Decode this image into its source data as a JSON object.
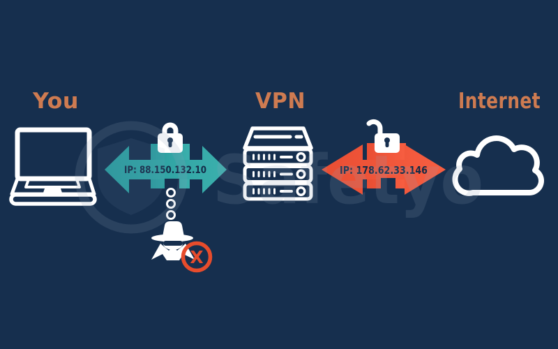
{
  "labels": {
    "left": "You",
    "middle": "VPN",
    "right": "Internet"
  },
  "connections": [
    {
      "from": "You",
      "to": "VPN",
      "ip": "IP: 88.150.132.10",
      "lock_state": "locked",
      "style": "encrypted-teal-arrow"
    },
    {
      "from": "VPN",
      "to": "Internet",
      "ip": "IP: 178.62.33.146",
      "lock_state": "unlocked",
      "style": "public-orange-arrow"
    }
  ],
  "spy": {
    "badge": "X"
  },
  "watermark": {
    "text": "Safetyo"
  },
  "icons": [
    "laptop-icon",
    "server-icon",
    "cloud-icon",
    "lock-closed-icon",
    "lock-open-icon",
    "spy-icon",
    "blocked-x-badge",
    "dotted-trace"
  ],
  "colors": {
    "background": "#162F4E",
    "teal_arrow": "#2FA6A4",
    "teal_arrow_dark": "#27989B",
    "teal_arrow_light": "#3BB0AD",
    "orange_arrow": "#F2553A",
    "orange_arrow_dark": "#E94E33",
    "orange_arrow_light": "#F75E41",
    "heading": "#CE7B51",
    "ip_text": "#142B47",
    "badge": "#E74C2C",
    "white": "#FFFFFF",
    "watermark": "rgba(141,161,186,0.17)"
  }
}
